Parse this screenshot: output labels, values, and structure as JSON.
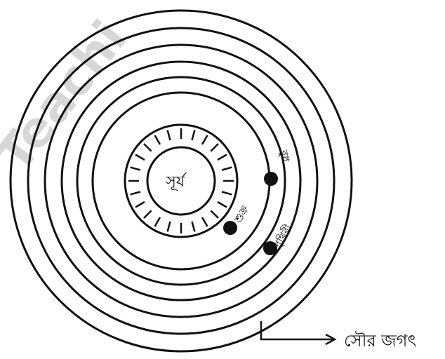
{
  "watermark": "Teachi",
  "labels": {
    "sun": "সূর্য",
    "planet_top": "বুধ",
    "planet_middle": "শুক্র",
    "planet_bottom": "পৃথিবী",
    "caption": "সৌর জগৎ"
  },
  "colors": {
    "line": "#111111",
    "background": "#ffffff",
    "watermark": "#b8b8b8"
  }
}
